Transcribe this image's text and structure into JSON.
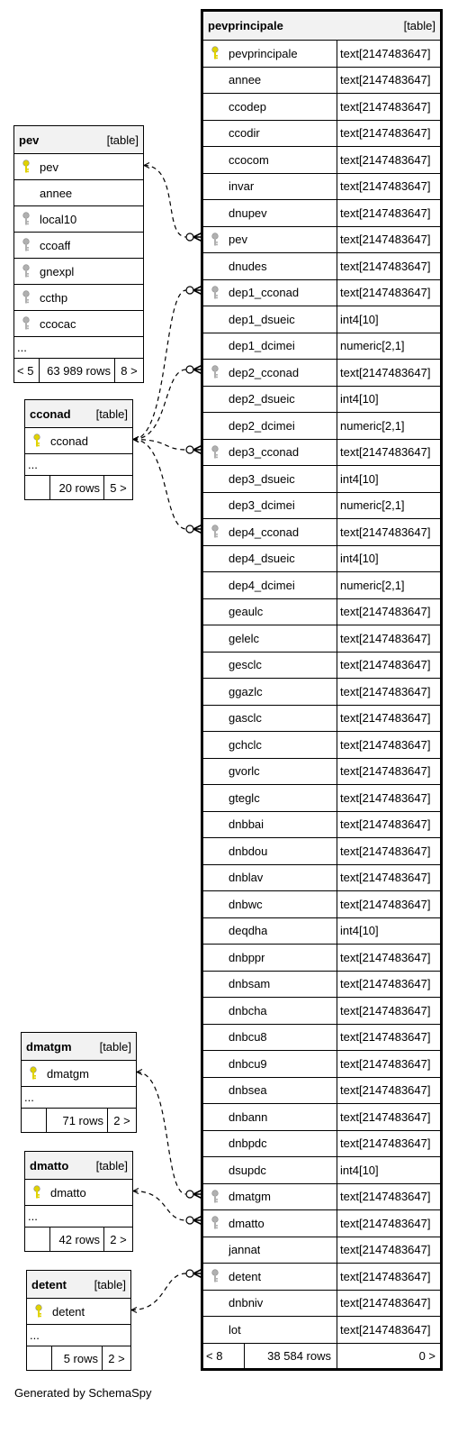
{
  "credit": "Generated by SchemaSpy",
  "tables": {
    "pev": {
      "name": "pev",
      "kind": "[table]",
      "columns": [
        {
          "name": "pev",
          "key": "primary"
        },
        {
          "name": "annee",
          "key": "none"
        },
        {
          "name": "local10",
          "key": "foreign"
        },
        {
          "name": "ccoaff",
          "key": "foreign"
        },
        {
          "name": "gnexpl",
          "key": "foreign"
        },
        {
          "name": "ccthp",
          "key": "foreign"
        },
        {
          "name": "ccocac",
          "key": "foreign"
        }
      ],
      "ellipsis": "...",
      "footer": {
        "parents": "< 5",
        "rows": "63 989 rows",
        "children": "8 >"
      }
    },
    "cconad": {
      "name": "cconad",
      "kind": "[table]",
      "columns": [
        {
          "name": "cconad",
          "key": "primary"
        }
      ],
      "ellipsis": "...",
      "footer": {
        "parents": "",
        "rows": "20 rows",
        "children": "5 >"
      }
    },
    "dmatgm": {
      "name": "dmatgm",
      "kind": "[table]",
      "columns": [
        {
          "name": "dmatgm",
          "key": "primary"
        }
      ],
      "ellipsis": "...",
      "footer": {
        "parents": "",
        "rows": "71 rows",
        "children": "2 >"
      }
    },
    "dmatto": {
      "name": "dmatto",
      "kind": "[table]",
      "columns": [
        {
          "name": "dmatto",
          "key": "primary"
        }
      ],
      "ellipsis": "...",
      "footer": {
        "parents": "",
        "rows": "42 rows",
        "children": "2 >"
      }
    },
    "detent": {
      "name": "detent",
      "kind": "[table]",
      "columns": [
        {
          "name": "detent",
          "key": "primary"
        }
      ],
      "ellipsis": "...",
      "footer": {
        "parents": "",
        "rows": "5 rows",
        "children": "2 >"
      }
    },
    "pevprincipale": {
      "name": "pevprincipale",
      "kind": "[table]",
      "columns": [
        {
          "name": "pevprincipale",
          "type": "text[2147483647]",
          "key": "primary"
        },
        {
          "name": "annee",
          "type": "text[2147483647]",
          "key": "none"
        },
        {
          "name": "ccodep",
          "type": "text[2147483647]",
          "key": "none"
        },
        {
          "name": "ccodir",
          "type": "text[2147483647]",
          "key": "none"
        },
        {
          "name": "ccocom",
          "type": "text[2147483647]",
          "key": "none"
        },
        {
          "name": "invar",
          "type": "text[2147483647]",
          "key": "none"
        },
        {
          "name": "dnupev",
          "type": "text[2147483647]",
          "key": "none"
        },
        {
          "name": "pev",
          "type": "text[2147483647]",
          "key": "foreign"
        },
        {
          "name": "dnudes",
          "type": "text[2147483647]",
          "key": "none"
        },
        {
          "name": "dep1_cconad",
          "type": "text[2147483647]",
          "key": "foreign"
        },
        {
          "name": "dep1_dsueic",
          "type": "int4[10]",
          "key": "none"
        },
        {
          "name": "dep1_dcimei",
          "type": "numeric[2,1]",
          "key": "none"
        },
        {
          "name": "dep2_cconad",
          "type": "text[2147483647]",
          "key": "foreign"
        },
        {
          "name": "dep2_dsueic",
          "type": "int4[10]",
          "key": "none"
        },
        {
          "name": "dep2_dcimei",
          "type": "numeric[2,1]",
          "key": "none"
        },
        {
          "name": "dep3_cconad",
          "type": "text[2147483647]",
          "key": "foreign"
        },
        {
          "name": "dep3_dsueic",
          "type": "int4[10]",
          "key": "none"
        },
        {
          "name": "dep3_dcimei",
          "type": "numeric[2,1]",
          "key": "none"
        },
        {
          "name": "dep4_cconad",
          "type": "text[2147483647]",
          "key": "foreign"
        },
        {
          "name": "dep4_dsueic",
          "type": "int4[10]",
          "key": "none"
        },
        {
          "name": "dep4_dcimei",
          "type": "numeric[2,1]",
          "key": "none"
        },
        {
          "name": "geaulc",
          "type": "text[2147483647]",
          "key": "none"
        },
        {
          "name": "gelelc",
          "type": "text[2147483647]",
          "key": "none"
        },
        {
          "name": "gesclc",
          "type": "text[2147483647]",
          "key": "none"
        },
        {
          "name": "ggazlc",
          "type": "text[2147483647]",
          "key": "none"
        },
        {
          "name": "gasclc",
          "type": "text[2147483647]",
          "key": "none"
        },
        {
          "name": "gchclc",
          "type": "text[2147483647]",
          "key": "none"
        },
        {
          "name": "gvorlc",
          "type": "text[2147483647]",
          "key": "none"
        },
        {
          "name": "gteglc",
          "type": "text[2147483647]",
          "key": "none"
        },
        {
          "name": "dnbbai",
          "type": "text[2147483647]",
          "key": "none"
        },
        {
          "name": "dnbdou",
          "type": "text[2147483647]",
          "key": "none"
        },
        {
          "name": "dnblav",
          "type": "text[2147483647]",
          "key": "none"
        },
        {
          "name": "dnbwc",
          "type": "text[2147483647]",
          "key": "none"
        },
        {
          "name": "deqdha",
          "type": "int4[10]",
          "key": "none"
        },
        {
          "name": "dnbppr",
          "type": "text[2147483647]",
          "key": "none"
        },
        {
          "name": "dnbsam",
          "type": "text[2147483647]",
          "key": "none"
        },
        {
          "name": "dnbcha",
          "type": "text[2147483647]",
          "key": "none"
        },
        {
          "name": "dnbcu8",
          "type": "text[2147483647]",
          "key": "none"
        },
        {
          "name": "dnbcu9",
          "type": "text[2147483647]",
          "key": "none"
        },
        {
          "name": "dnbsea",
          "type": "text[2147483647]",
          "key": "none"
        },
        {
          "name": "dnbann",
          "type": "text[2147483647]",
          "key": "none"
        },
        {
          "name": "dnbpdc",
          "type": "text[2147483647]",
          "key": "none"
        },
        {
          "name": "dsupdc",
          "type": "int4[10]",
          "key": "none"
        },
        {
          "name": "dmatgm",
          "type": "text[2147483647]",
          "key": "foreign"
        },
        {
          "name": "dmatto",
          "type": "text[2147483647]",
          "key": "foreign"
        },
        {
          "name": "jannat",
          "type": "text[2147483647]",
          "key": "none"
        },
        {
          "name": "detent",
          "type": "text[2147483647]",
          "key": "foreign"
        },
        {
          "name": "dnbniv",
          "type": "text[2147483647]",
          "key": "none"
        },
        {
          "name": "lot",
          "type": "text[2147483647]",
          "key": "none"
        }
      ],
      "footer": {
        "parents": "< 8",
        "rows": "38 584 rows",
        "children": "0 >"
      }
    }
  },
  "relationships": [
    {
      "from_table": "pev",
      "from_column": "pev",
      "to_table": "pevprincipale",
      "to_column": "pev"
    },
    {
      "from_table": "cconad",
      "from_column": "cconad",
      "to_table": "pevprincipale",
      "to_column": "dep1_cconad"
    },
    {
      "from_table": "cconad",
      "from_column": "cconad",
      "to_table": "pevprincipale",
      "to_column": "dep2_cconad"
    },
    {
      "from_table": "cconad",
      "from_column": "cconad",
      "to_table": "pevprincipale",
      "to_column": "dep3_cconad"
    },
    {
      "from_table": "cconad",
      "from_column": "cconad",
      "to_table": "pevprincipale",
      "to_column": "dep4_cconad"
    },
    {
      "from_table": "dmatgm",
      "from_column": "dmatgm",
      "to_table": "pevprincipale",
      "to_column": "dmatgm"
    },
    {
      "from_table": "dmatto",
      "from_column": "dmatto",
      "to_table": "pevprincipale",
      "to_column": "dmatto"
    },
    {
      "from_table": "detent",
      "from_column": "detent",
      "to_table": "pevprincipale",
      "to_column": "detent"
    }
  ],
  "colors": {
    "primary_key": "#e0d200",
    "foreign_key": "#b0b0b0",
    "header_bg": "#f2f2f2",
    "line": "#000000"
  }
}
